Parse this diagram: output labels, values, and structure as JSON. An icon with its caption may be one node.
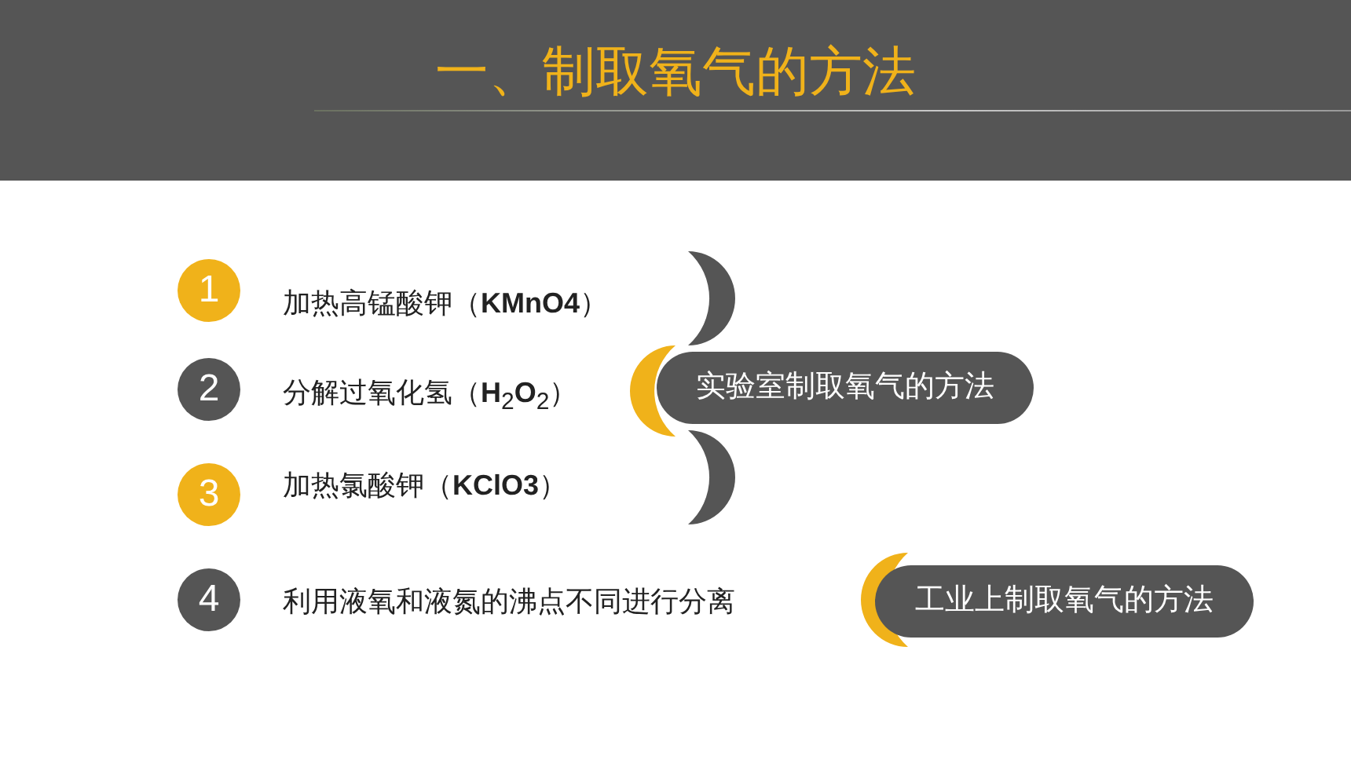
{
  "diagram": {
    "title": "一、制取氧气的方法",
    "nodes": [
      {
        "text": [
          "1"
        ]
      },
      {
        "text": [
          "加热高锰酸钾（**KMnO4**）"
        ]
      },
      {
        "text": [
          "2"
        ]
      },
      {
        "text": [
          "分解过氧化氢（**H**$_{2}$**O**$_{2}$）"
        ]
      },
      {
        "text": [
          "3"
        ]
      },
      {
        "text": [
          "加热氯酸钾（**KClO3**）"
        ]
      },
      {
        "text": [
          "实验室制取氧气的方法"
        ]
      },
      {
        "text": [
          "4"
        ]
      },
      {
        "text": [
          "利用液氧和液氮的沸点不同进行分离"
        ]
      },
      {
        "text": [
          "工业上制取氧气的方法"
        ]
      }
    ]
  }
}
